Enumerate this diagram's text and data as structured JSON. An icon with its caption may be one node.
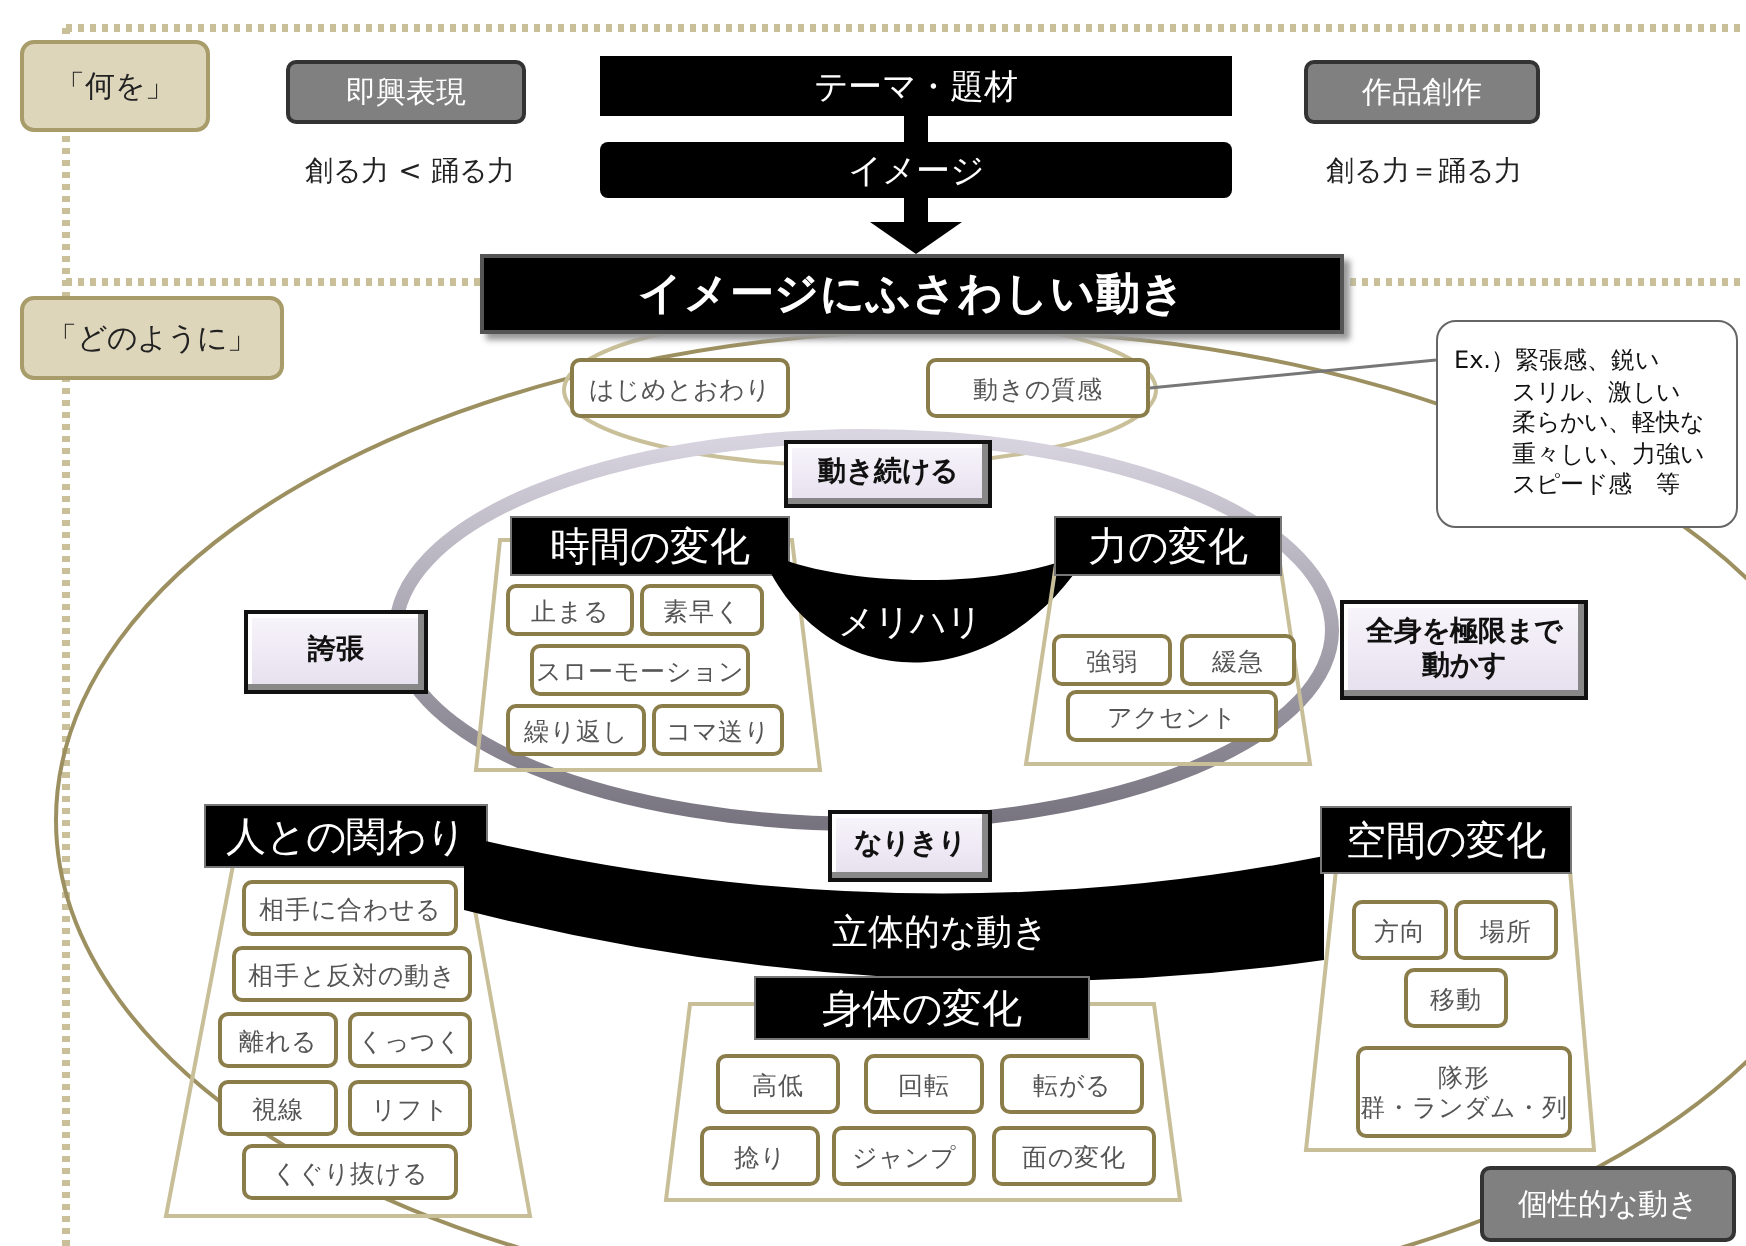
{
  "diagram": {
    "nodes": [
      {
        "text": [
          "「何を」"
        ]
      },
      {
        "text": [
          "即興表現"
        ]
      },
      {
        "text": [
          "テーマ・題材"
        ]
      },
      {
        "text": [
          "イメージ"
        ]
      },
      {
        "text": [
          "作品創作"
        ]
      },
      {
        "text": [
          "イメージにふさわしい動き"
        ]
      },
      {
        "text": [
          "「どのように」"
        ]
      },
      {
        "text": [
          "はじめとおわり"
        ]
      },
      {
        "text": [
          "動きの質感"
        ]
      },
      {
        "text": [
          "Ex.）緊張感、鋭い",
          "スリル、激しい",
          "柔らかい、軽快な",
          "重々しい、力強い",
          "スピード感　等"
        ]
      },
      {
        "text": [
          "動き続ける"
        ]
      },
      {
        "text": [
          "時間の変化"
        ]
      },
      {
        "text": [
          "止まる"
        ],
        "in": 11
      },
      {
        "text": [
          "素早く"
        ],
        "in": 11
      },
      {
        "text": [
          "スローモーション"
        ],
        "in": 11
      },
      {
        "text": [
          "繰り返し"
        ],
        "in": 11
      },
      {
        "text": [
          "コマ送り"
        ],
        "in": 11
      },
      {
        "text": [
          "メリハリ"
        ]
      },
      {
        "text": [
          "力の変化"
        ]
      },
      {
        "text": [
          "強弱"
        ],
        "in": 18
      },
      {
        "text": [
          "緩急"
        ],
        "in": 18
      },
      {
        "text": [
          "アクセント"
        ],
        "in": 18
      },
      {
        "text": [
          "誇張"
        ]
      },
      {
        "text": [
          "全身を極限まで動かす"
        ]
      },
      {
        "text": [
          "人との関わり"
        ]
      },
      {
        "text": [
          "相手に合わせる"
        ],
        "in": 24
      },
      {
        "text": [
          "相手と反対の動き"
        ],
        "in": 24
      },
      {
        "text": [
          "離れる"
        ],
        "in": 24
      },
      {
        "text": [
          "くっつく"
        ],
        "in": 24
      },
      {
        "text": [
          "視線"
        ],
        "in": 24
      },
      {
        "text": [
          "リフト"
        ],
        "in": 24
      },
      {
        "text": [
          "くぐり抜ける"
        ],
        "in": 24
      },
      {
        "text": [
          "なりきり"
        ]
      },
      {
        "text": [
          "立体的な動き"
        ]
      },
      {
        "text": [
          "空間の変化"
        ]
      },
      {
        "text": [
          "方向"
        ],
        "in": 34
      },
      {
        "text": [
          "場所"
        ],
        "in": 34
      },
      {
        "text": [
          "移動"
        ],
        "in": 34
      },
      {
        "text": [
          "隊形",
          "群・ランダム・列"
        ],
        "in": 34
      },
      {
        "text": [
          "身体の変化"
        ]
      },
      {
        "text": [
          "高低"
        ],
        "in": 39
      },
      {
        "text": [
          "回転"
        ],
        "in": 39
      },
      {
        "text": [
          "転がる"
        ],
        "in": 39
      },
      {
        "text": [
          "捻り"
        ],
        "in": 39
      },
      {
        "text": [
          "ジャンプ"
        ],
        "in": 39
      },
      {
        "text": [
          "面の変化"
        ],
        "in": 39
      },
      {
        "text": [
          "個性的な動き"
        ]
      }
    ],
    "edges": [
      {
        "from": 2,
        "to": 3,
        "arrow": "none"
      },
      {
        "from": 3,
        "to": 5,
        "arrow": "to"
      },
      {
        "from": 9,
        "to": 8,
        "arrow": "none",
        "color": "#777777"
      }
    ],
    "labels": [
      "創る力 < 踊る力",
      "創る力＝踊る力"
    ]
  }
}
